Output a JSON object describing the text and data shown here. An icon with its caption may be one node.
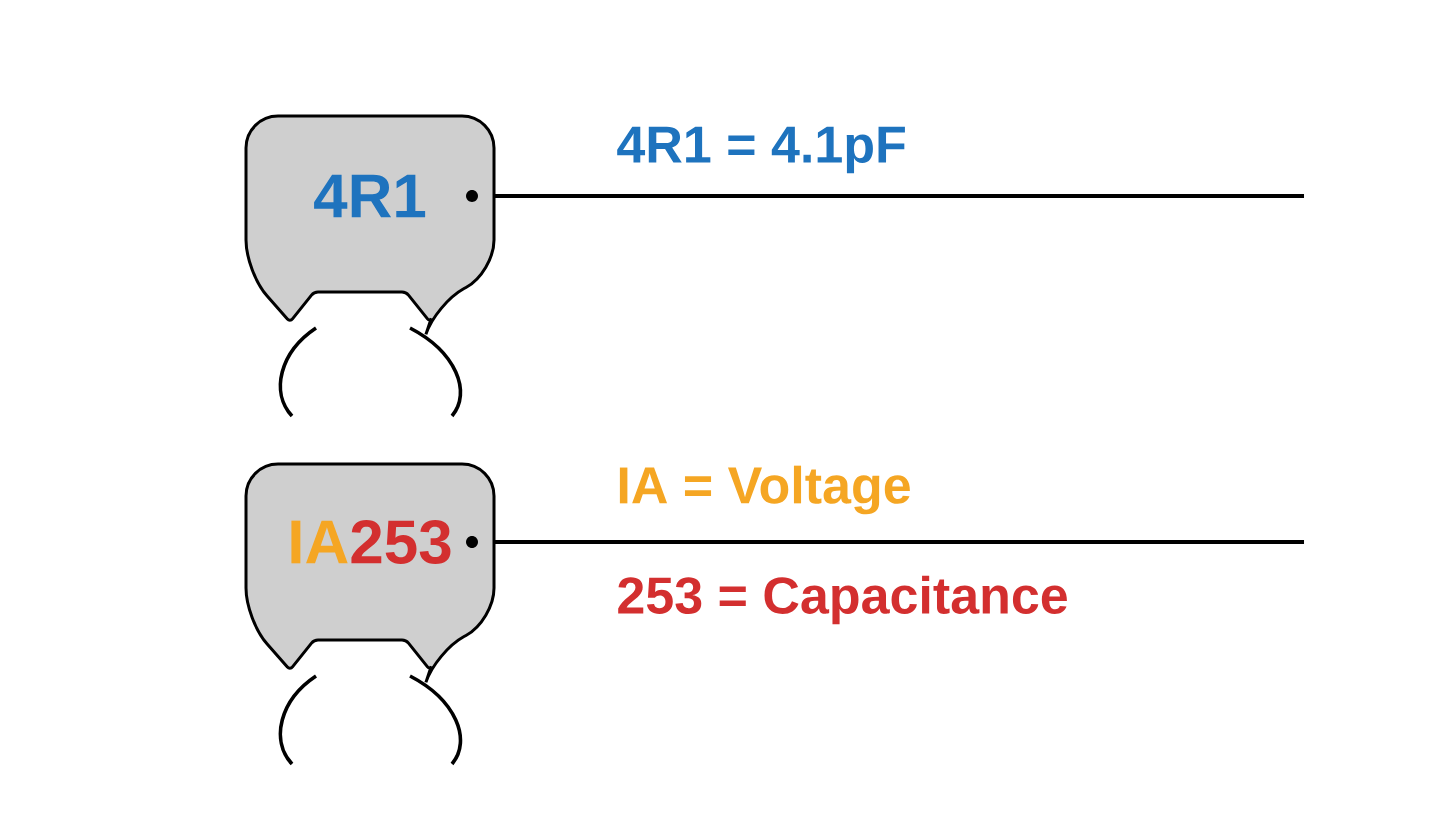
{
  "diagram": {
    "nodes": [
      {
        "text": [
          "4R1"
        ]
      },
      {
        "text": [
          "IA",
          "253"
        ]
      }
    ],
    "edges": [
      {
        "from": 0,
        "to": null,
        "arrow": "none"
      },
      {
        "from": 1,
        "to": null,
        "arrow": "none"
      }
    ],
    "labels": [
      "4R1 = 4.1pF",
      "IA = Voltage",
      "253 = Capacitance"
    ]
  }
}
